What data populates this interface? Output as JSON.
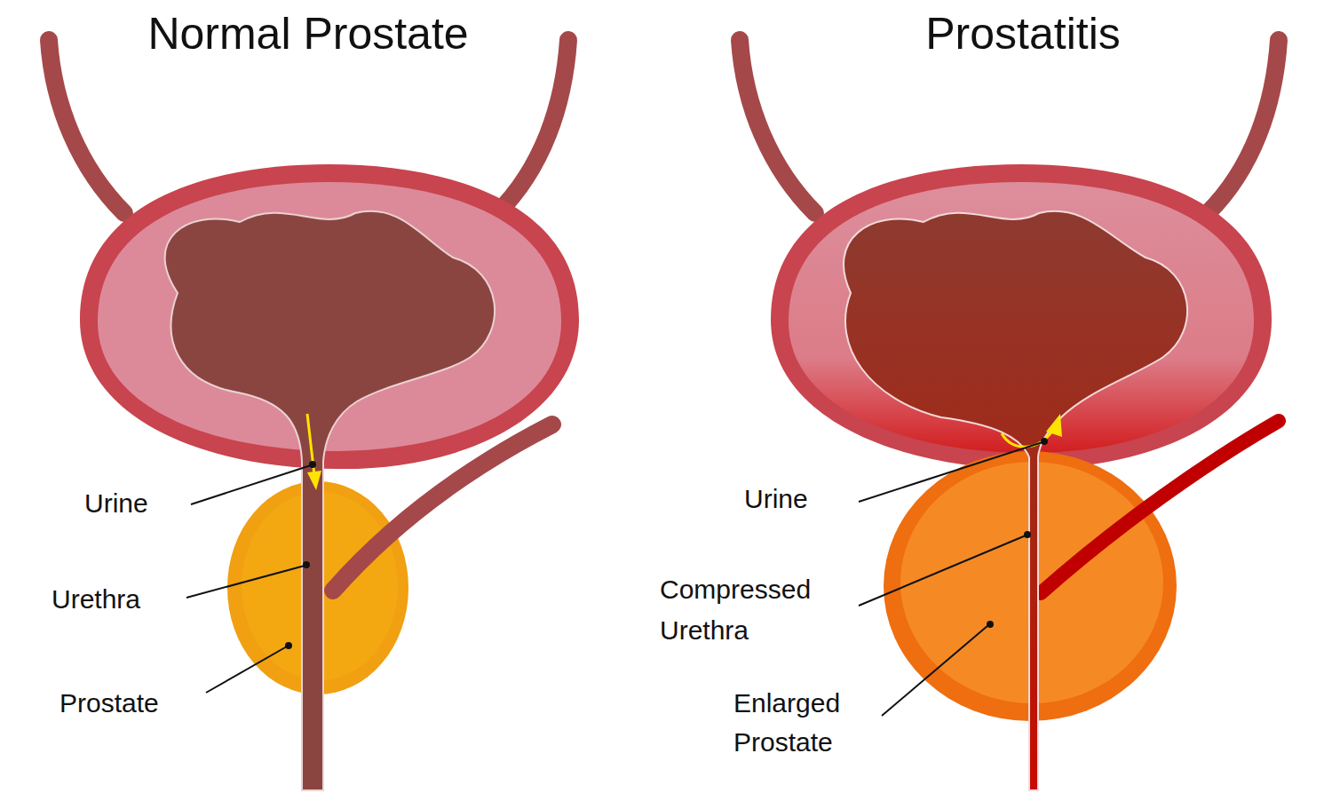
{
  "diagram": {
    "labels": [
      "Normal Prostate",
      "Urine",
      "Urethra",
      "Prostate",
      "Prostatitis",
      "Urine",
      "Compressed Urethra",
      "Enlarged Prostate"
    ]
  }
}
